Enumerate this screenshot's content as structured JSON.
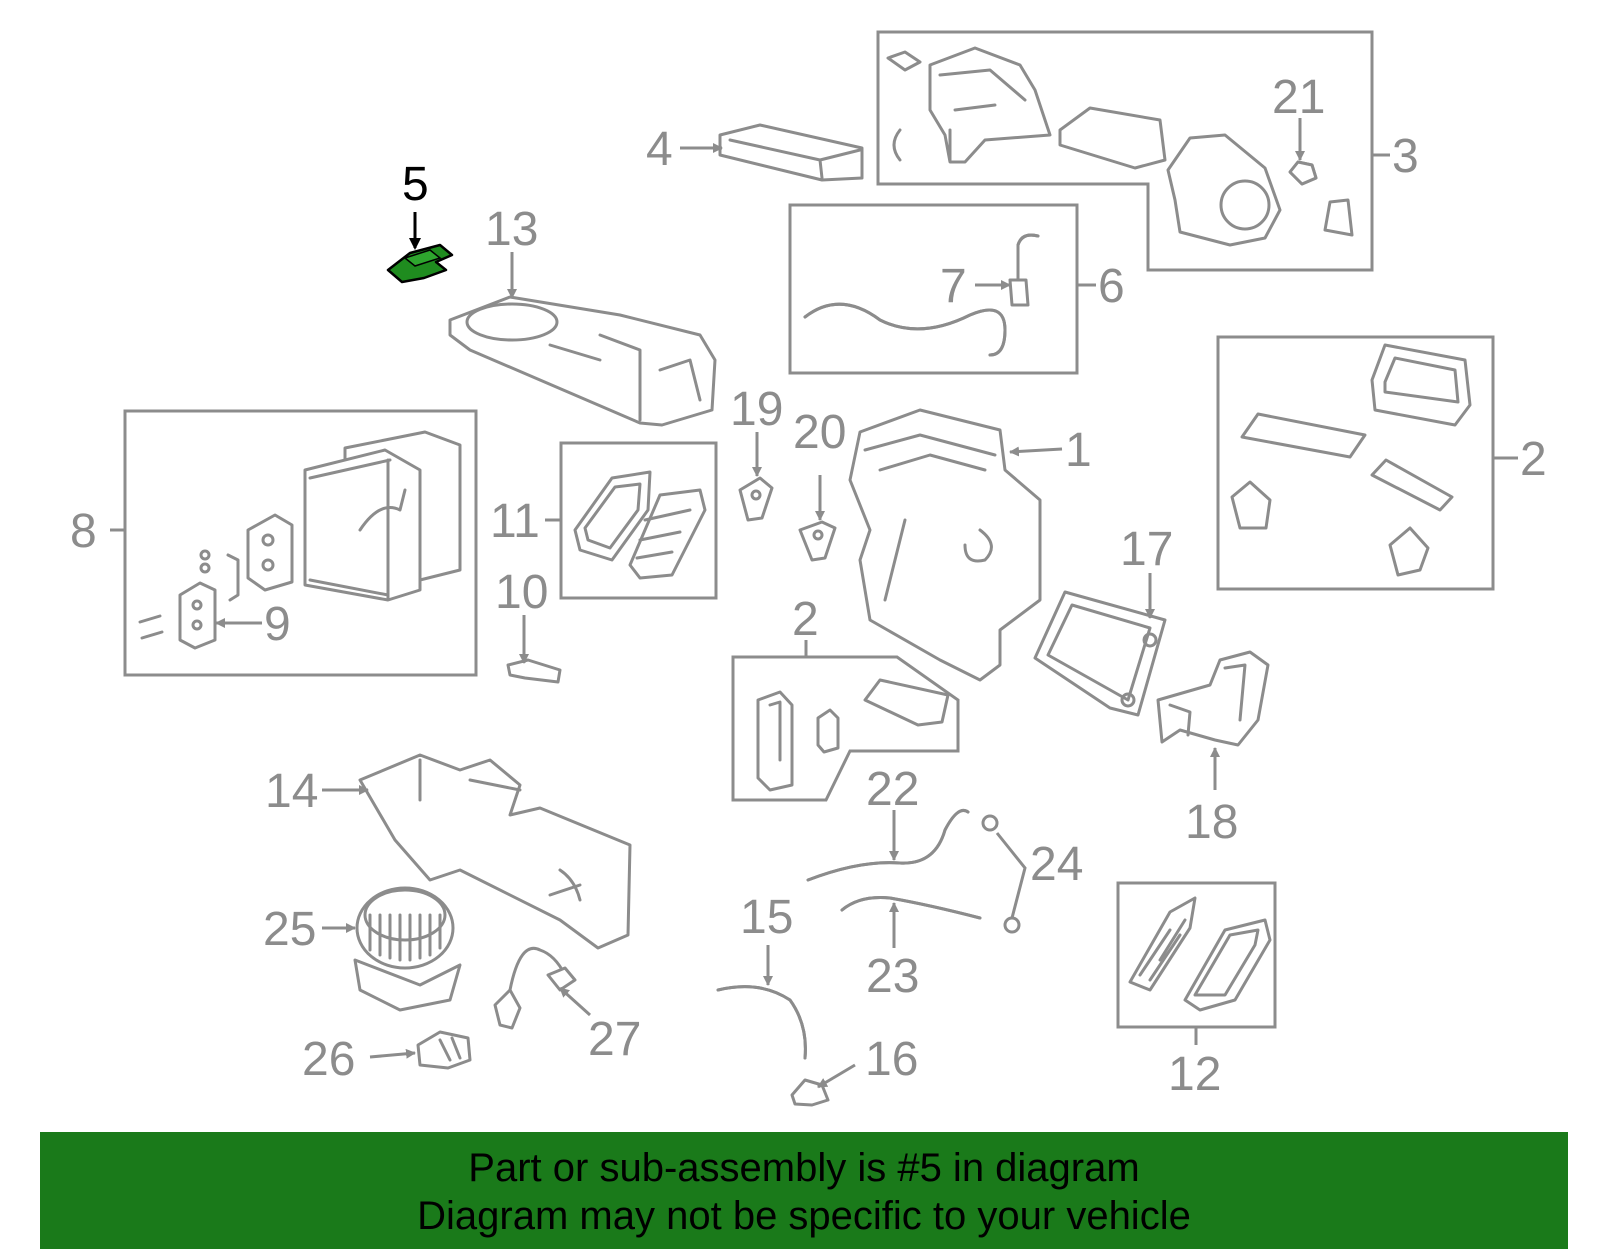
{
  "colors": {
    "part_stroke": "#8c8c8c",
    "highlight_fill": "#1f8c1f",
    "banner_bg": "#1a7a1a",
    "active_text": "#000000"
  },
  "callouts": [
    {
      "id": "c1",
      "text": "1"
    },
    {
      "id": "c2a",
      "text": "2"
    },
    {
      "id": "c2b",
      "text": "2"
    },
    {
      "id": "c3",
      "text": "3"
    },
    {
      "id": "c4",
      "text": "4"
    },
    {
      "id": "c5",
      "text": "5",
      "active": true
    },
    {
      "id": "c6",
      "text": "6"
    },
    {
      "id": "c7",
      "text": "7"
    },
    {
      "id": "c8",
      "text": "8"
    },
    {
      "id": "c9",
      "text": "9"
    },
    {
      "id": "c10",
      "text": "10"
    },
    {
      "id": "c11",
      "text": "11"
    },
    {
      "id": "c12",
      "text": "12"
    },
    {
      "id": "c13",
      "text": "13"
    },
    {
      "id": "c14",
      "text": "14"
    },
    {
      "id": "c15",
      "text": "15"
    },
    {
      "id": "c16",
      "text": "16"
    },
    {
      "id": "c17",
      "text": "17"
    },
    {
      "id": "c18",
      "text": "18"
    },
    {
      "id": "c19",
      "text": "19"
    },
    {
      "id": "c20",
      "text": "20"
    },
    {
      "id": "c21",
      "text": "21"
    },
    {
      "id": "c22",
      "text": "22"
    },
    {
      "id": "c23",
      "text": "23"
    },
    {
      "id": "c24",
      "text": "24"
    },
    {
      "id": "c25",
      "text": "25"
    },
    {
      "id": "c26",
      "text": "26"
    },
    {
      "id": "c27",
      "text": "27"
    }
  ],
  "banner": {
    "line1": "Part or sub-assembly is #5 in diagram",
    "line2": "Diagram may not be specific to your vehicle"
  }
}
